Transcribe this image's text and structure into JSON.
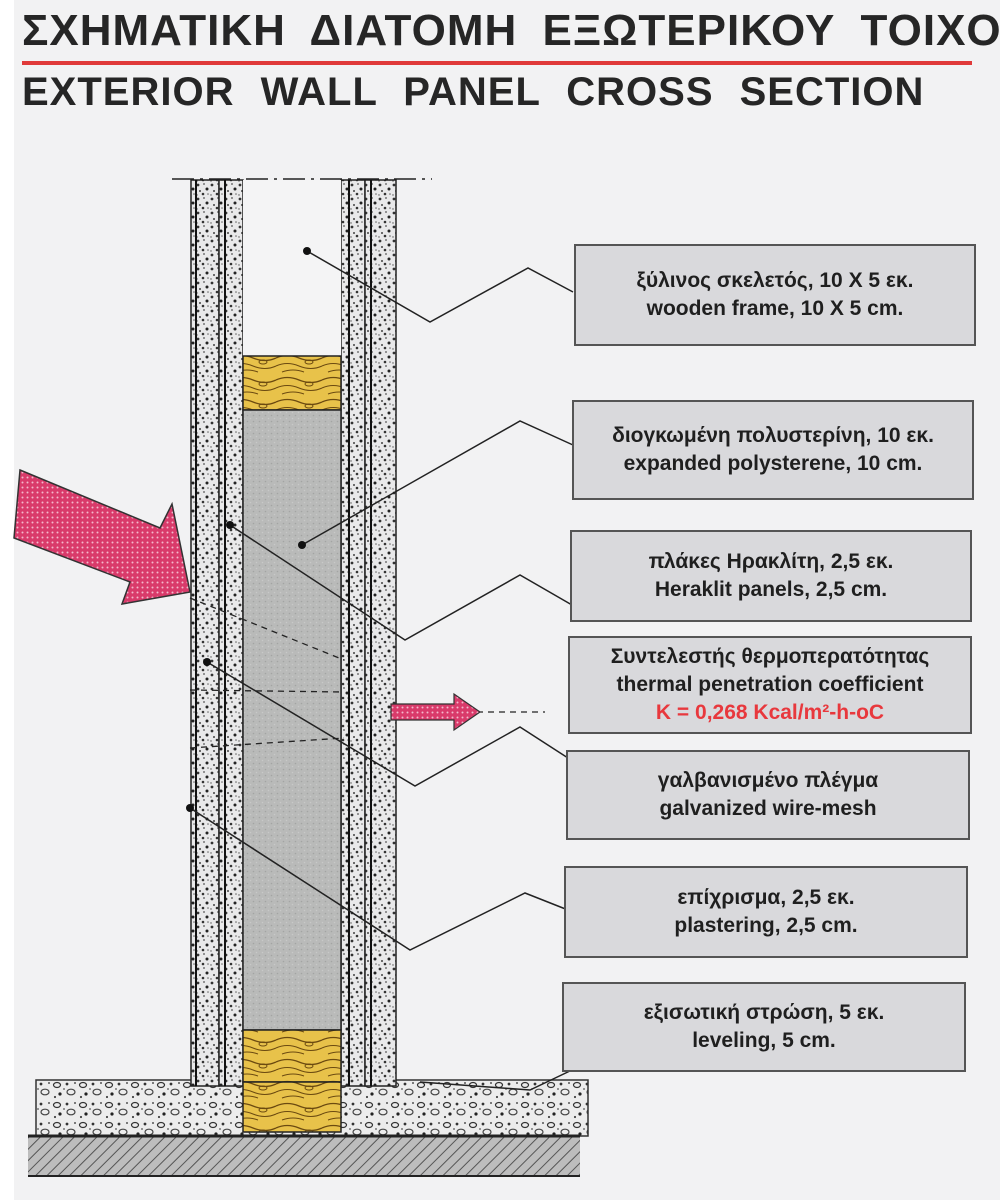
{
  "title": {
    "greek": "ΣΧΗΜΑΤΙΚΗ ΔΙΑΤΟΜΗ ΕΞΩΤΕΡΙΚΟΥ ΤΟΙΧΟΥ",
    "english": "EXTERIOR WALL PANEL CROSS SECTION"
  },
  "labels": [
    {
      "greek": "ξύλινος σκελετός, 10 X 5 εκ.",
      "english": "wooden frame, 10 X 5 cm."
    },
    {
      "greek": "διογκωμένη πολυστερίνη, 10 εκ.",
      "english": "expanded polysterene, 10 cm."
    },
    {
      "greek": "πλάκες Ηρακλίτη, 2,5 εκ.",
      "english": "Heraklit panels, 2,5 cm."
    },
    {
      "greek": "Συντελεστής θερμοπερατότητας",
      "english": "thermal penetration coefficient",
      "value": "K = 0,268 Kcal/m²-h-oC"
    },
    {
      "greek": "γαλβανισμένο πλέγμα",
      "english": "galvanized wire-mesh"
    },
    {
      "greek": "επίχρισμα, 2,5 εκ.",
      "english": "plastering, 2,5 cm."
    },
    {
      "greek": "εξισωτική στρώση, 5 εκ.",
      "english": "leveling, 5 cm."
    }
  ],
  "colors": {
    "title_rule": "#e03a3a",
    "arrow": "#d93a6a",
    "wood": "#e8c24a",
    "polystyrene": "#b9bab9",
    "label_box": "#d9d9dc",
    "k_value": "#e8383d"
  }
}
